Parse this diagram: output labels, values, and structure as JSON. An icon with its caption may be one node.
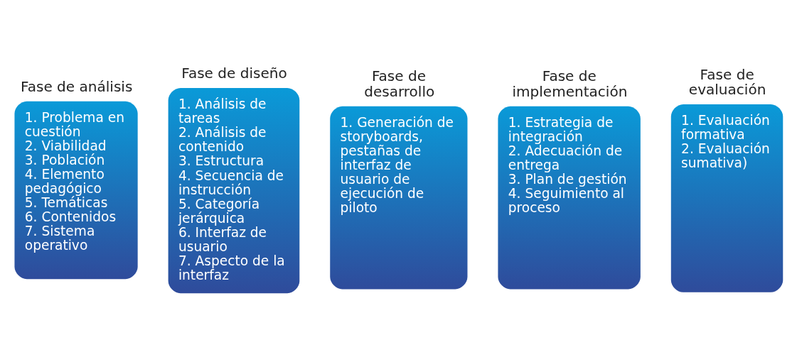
{
  "diagram": {
    "nodes": [
      {
        "text": [
          "Fase de análisis",
          "1. Problema en cuestión",
          "2. Viabilidad",
          "3. Población",
          "4. Elemento pedagógico",
          "5. Temáticas",
          "6. Contenidos",
          "7. Sistema operativo"
        ]
      },
      {
        "text": [
          "Fase de diseño",
          "1. Análisis de tareas",
          "2. Análisis de contenido",
          "3. Estructura",
          "4. Secuencia de instrucción",
          "5. Categoría jerárquica",
          "6. Interfaz de usuario",
          "7. Aspecto de la interfaz"
        ]
      },
      {
        "text": [
          "Fase de desarrollo",
          "1. Generación de storyboards, pestañas de interfaz de usuario de ejecución de piloto"
        ]
      },
      {
        "text": [
          "Fase de implementación",
          "1. Estrategia de integración",
          "2. Adecuación de entrega",
          "3. Plan de gestión",
          "4. Seguimiento al proceso"
        ]
      },
      {
        "text": [
          "Fase de evaluación",
          "1. Evaluación formativa",
          "2. Evaluación sumativa)"
        ]
      }
    ],
    "edges": []
  }
}
